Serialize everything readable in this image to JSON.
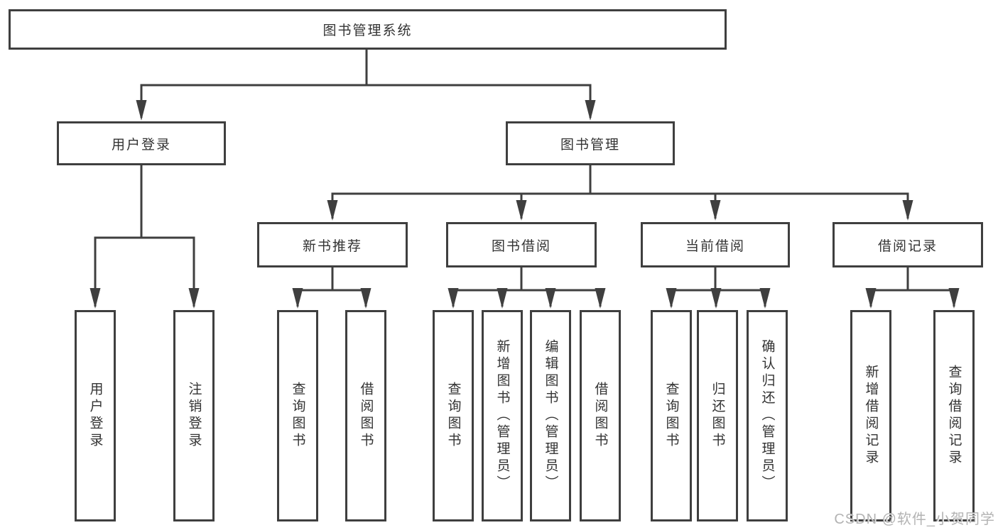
{
  "tree": {
    "label": "图书管理系统",
    "children": [
      {
        "label": "用户登录",
        "children": [
          {
            "label": "用户登录"
          },
          {
            "label": "注销登录"
          }
        ]
      },
      {
        "label": "图书管理",
        "children": [
          {
            "label": "新书推荐",
            "children": [
              {
                "label": "查询图书"
              },
              {
                "label": "借阅图书"
              }
            ]
          },
          {
            "label": "图书借阅",
            "children": [
              {
                "label": "查询图书"
              },
              {
                "label": "新增图书（管理员）"
              },
              {
                "label": "编辑图书（管理员）"
              },
              {
                "label": "借阅图书"
              }
            ]
          },
          {
            "label": "当前借阅",
            "children": [
              {
                "label": "查询图书"
              },
              {
                "label": "归还图书"
              },
              {
                "label": "确认归还（管理员）"
              }
            ]
          },
          {
            "label": "借阅记录",
            "children": [
              {
                "label": "新增借阅记录"
              },
              {
                "label": "查询借阅记录"
              }
            ]
          }
        ]
      }
    ]
  },
  "watermark": {
    "text": "CSDN @软件_小贺同学"
  },
  "colors": {
    "line": "#3f3f3f",
    "box_border": "#3f3f3f",
    "text": "#333333",
    "watermark": "#adadad",
    "background": "#ffffff"
  }
}
